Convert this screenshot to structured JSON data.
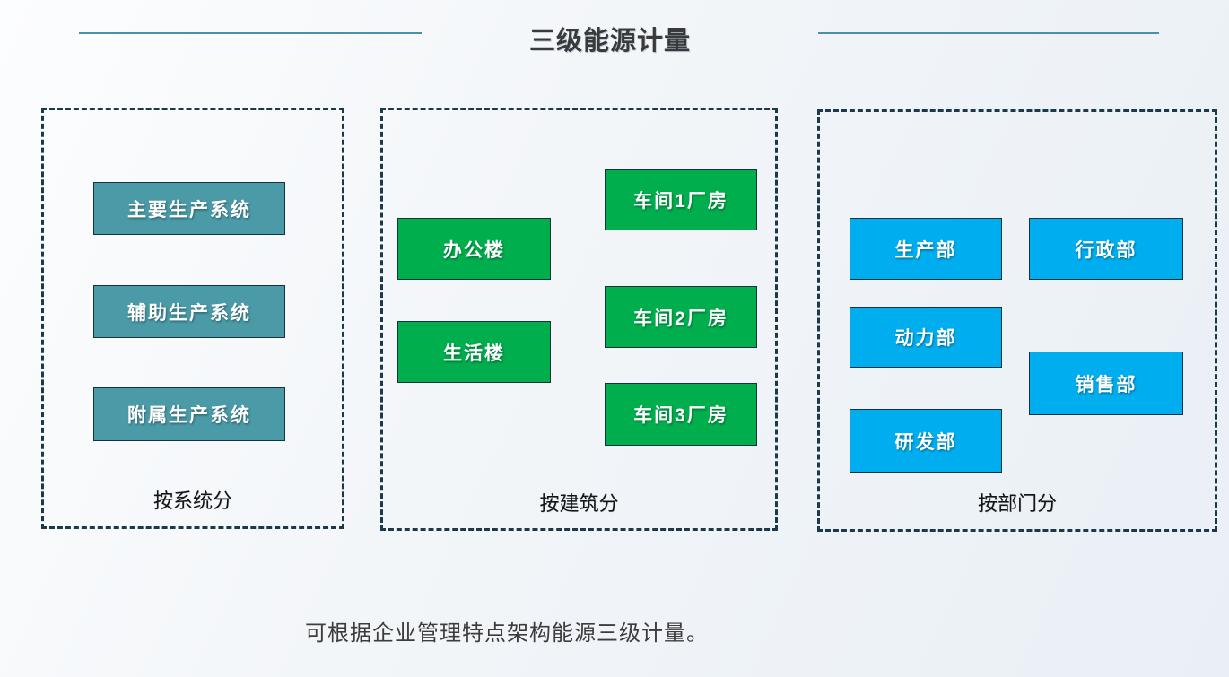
{
  "header": {
    "title": "三级能源计量"
  },
  "panels": [
    {
      "label": "按系统分",
      "items": [
        "主要生产系统",
        "辅助生产系统",
        "附属生产系统"
      ]
    },
    {
      "label": "按建筑分",
      "items": [
        "办公楼",
        "生活楼",
        "车间1厂房",
        "车间2厂房",
        "车间3厂房"
      ]
    },
    {
      "label": "按部门分",
      "items": [
        "生产部",
        "行政部",
        "动力部",
        "销售部",
        "研发部"
      ]
    }
  ],
  "footer": {
    "caption": "可根据企业管理特点架构能源三级计量。"
  },
  "colors": {
    "node_teal": "#4a9aa8",
    "node_green": "#00ae4e",
    "node_blue": "#00aeef",
    "dashed_border": "#1a3a4a",
    "title_line": "#4a8fae",
    "background_start": "#fcfdfe",
    "background_end": "#e9eff5"
  }
}
